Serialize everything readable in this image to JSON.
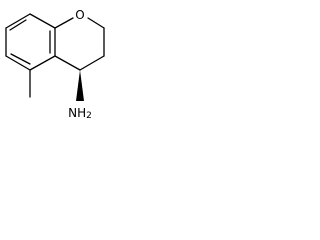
{
  "molecule": {
    "atoms": {
      "ring_oxygen": "O",
      "amine": "NH2"
    },
    "amine_subscript": "2",
    "colors": {
      "bonds": "#000000",
      "labels": "#000000",
      "background": "#ffffff"
    }
  }
}
